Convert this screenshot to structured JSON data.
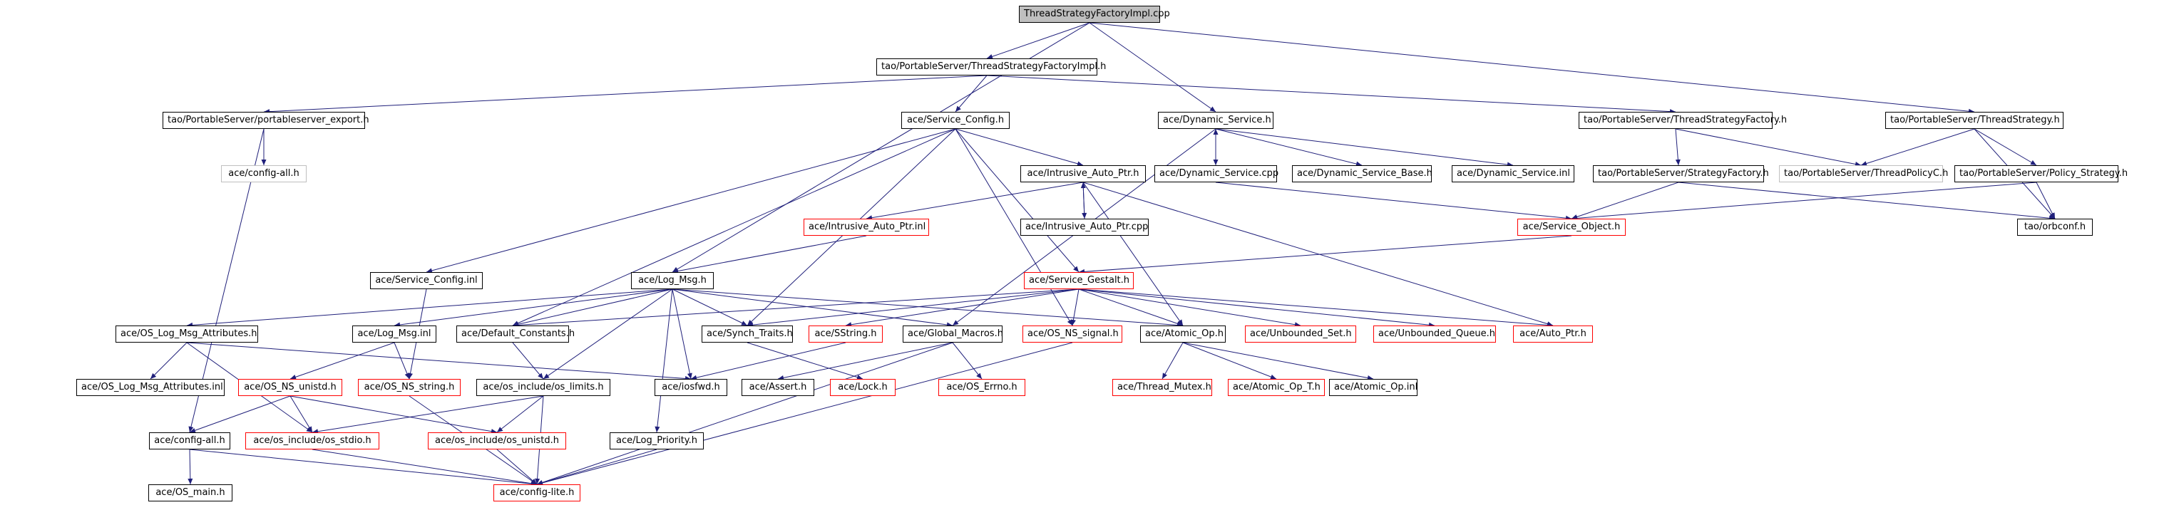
{
  "colors": {
    "edge": "#1f1f7a",
    "root_fill": "#bfbfbf",
    "border_normal": "#000000",
    "border_missing": "#ff0000",
    "border_external": "#bfbfbf"
  },
  "nodes": {
    "root": "ThreadStrategyFactoryImpl.cpp",
    "tsfimpl_h": "tao/PortableServer/ThreadStrategyFactoryImpl.h",
    "ps_export": "tao/PortableServer/portableserver_export.h",
    "service_config": "ace/Service_Config.h",
    "dynamic_service": "ace/Dynamic_Service.h",
    "tsf_h": "tao/PortableServer/ThreadStrategyFactory.h",
    "ts_h": "tao/PortableServer/ThreadStrategy.h",
    "config_all_gray": "ace/config-all.h",
    "intrusive_auto_ptr": "ace/Intrusive_Auto_Ptr.h",
    "dynamic_service_cpp": "ace/Dynamic_Service.cpp",
    "dynamic_service_base": "ace/Dynamic_Service_Base.h",
    "dynamic_service_inl": "ace/Dynamic_Service.inl",
    "strategy_factory": "tao/PortableServer/StrategyFactory.h",
    "thread_policyc": "tao/PortableServer/ThreadPolicyC.h",
    "policy_strategy": "tao/PortableServer/Policy_Strategy.h",
    "intrusive_auto_ptr_inl": "ace/Intrusive_Auto_Ptr.inl",
    "intrusive_auto_ptr_cpp": "ace/Intrusive_Auto_Ptr.cpp",
    "service_object": "ace/Service_Object.h",
    "orbconf": "tao/orbconf.h",
    "service_config_inl": "ace/Service_Config.inl",
    "log_msg": "ace/Log_Msg.h",
    "service_gestalt": "ace/Service_Gestalt.h",
    "os_log_msg_attr": "ace/OS_Log_Msg_Attributes.h",
    "log_msg_inl": "ace/Log_Msg.inl",
    "default_constants": "ace/Default_Constants.h",
    "synch_traits": "ace/Synch_Traits.h",
    "sstring": "ace/SString.h",
    "global_macros": "ace/Global_Macros.h",
    "os_ns_signal": "ace/OS_NS_signal.h",
    "atomic_op": "ace/Atomic_Op.h",
    "unbounded_set": "ace/Unbounded_Set.h",
    "unbounded_queue": "ace/Unbounded_Queue.h",
    "auto_ptr": "ace/Auto_Ptr.h",
    "os_log_msg_attr_inl": "ace/OS_Log_Msg_Attributes.inl",
    "os_ns_unistd": "ace/OS_NS_unistd.h",
    "os_ns_string": "ace/OS_NS_string.h",
    "os_limits": "ace/os_include/os_limits.h",
    "iosfwd": "ace/iosfwd.h",
    "assert": "ace/Assert.h",
    "lock": "ace/Lock.h",
    "os_errno": "ace/OS_Errno.h",
    "thread_mutex": "ace/Thread_Mutex.h",
    "atomic_op_t": "ace/Atomic_Op_T.h",
    "atomic_op_inl": "ace/Atomic_Op.inl",
    "config_all": "ace/config-all.h",
    "os_stdio": "ace/os_include/os_stdio.h",
    "os_unistd": "ace/os_include/os_unistd.h",
    "log_priority": "ace/Log_Priority.h",
    "os_main": "ace/OS_main.h",
    "config_lite": "ace/config-lite.h"
  }
}
